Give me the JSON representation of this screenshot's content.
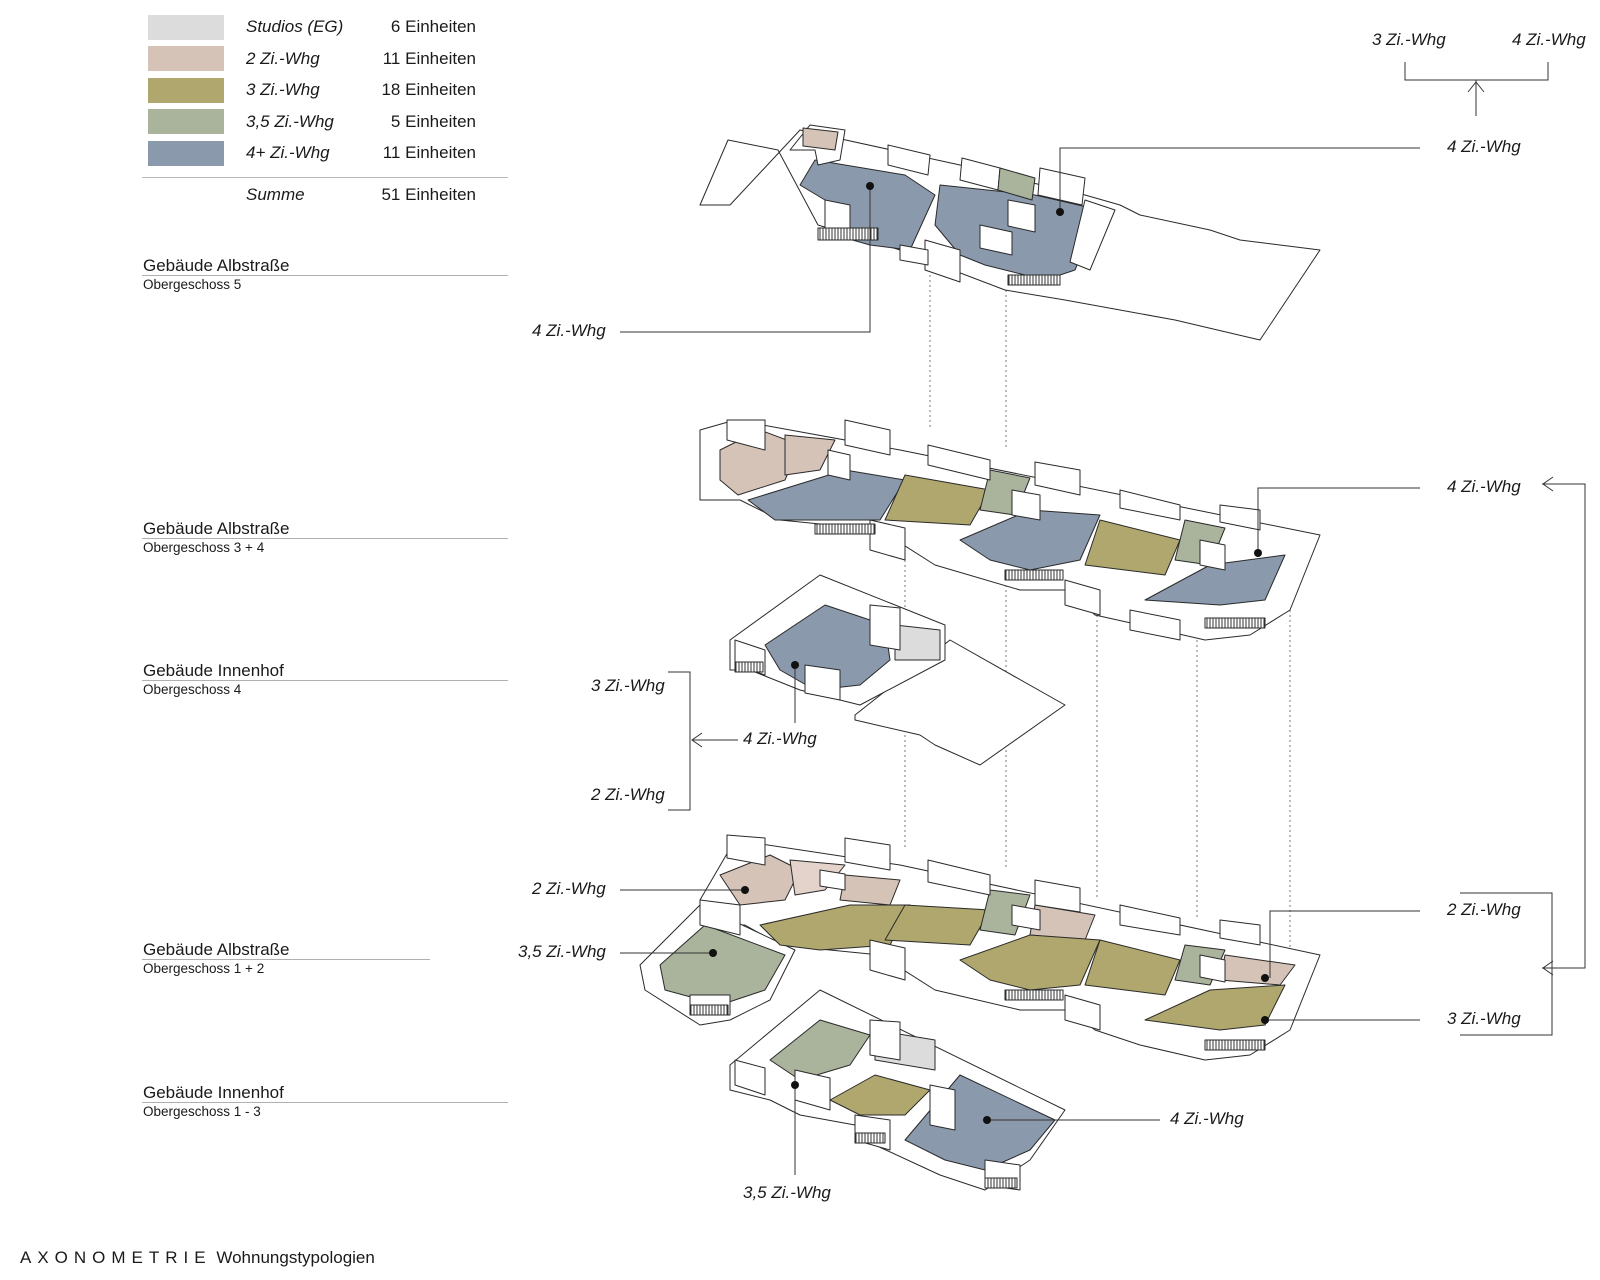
{
  "colors": {
    "studios": "#dcdcdc",
    "zi2": "#d6c3b8",
    "zi3": "#afa76d",
    "zi35": "#aab39c",
    "zi4": "#8b99ad",
    "wall": "#ffffff",
    "stroke": "#2a2a2a"
  },
  "legend": {
    "items": [
      {
        "label": "Studios (EG)",
        "count": "6 Einheiten",
        "color": "#dcdcdc"
      },
      {
        "label": "2 Zi.-Whg",
        "count": "11 Einheiten",
        "color": "#d6c3b8"
      },
      {
        "label": "3 Zi.-Whg",
        "count": "18 Einheiten",
        "color": "#afa76d"
      },
      {
        "label": "3,5 Zi.-Whg",
        "count": "5 Einheiten",
        "color": "#aab39c"
      },
      {
        "label": "4+ Zi.-Whg",
        "count": "11 Einheiten",
        "color": "#8b99ad"
      }
    ],
    "sum_label": "Summe",
    "sum_count": "51 Einheiten"
  },
  "buildings": [
    {
      "title": "Gebäude Albstraße",
      "subtitle": "Obergeschoss 5"
    },
    {
      "title": "Gebäude Albstraße",
      "subtitle": "Obergeschoss 3 + 4"
    },
    {
      "title": "Gebäude Innenhof",
      "subtitle": "Obergeschoss 4"
    },
    {
      "title": "Gebäude Albstraße",
      "subtitle": "Obergeschoss 1 + 2"
    },
    {
      "title": "Gebäude Innenhof",
      "subtitle": "Obergeschoss 1 - 3"
    }
  ],
  "callouts": {
    "top_3zi": "3 Zi.-Whg",
    "top_4zi": "4 Zi.-Whg",
    "og5_right": "4 Zi.-Whg",
    "og5_left": "4 Zi.-Whg",
    "og34_right": "4 Zi.-Whg",
    "ih4_3zi": "3 Zi.-Whg",
    "ih4_4zi": "4 Zi.-Whg",
    "ih4_2zi": "2 Zi.-Whg",
    "og12_2zi_left": "2 Zi.-Whg",
    "og12_35zi_left": "3,5 Zi.-Whg",
    "og12_2zi_right": "2 Zi.-Whg",
    "og12_3zi_right": "3 Zi.-Whg",
    "ih13_4zi": "4 Zi.-Whg",
    "ih13_35zi": "3,5 Zi.-Whg"
  },
  "footer": {
    "title": "AXONOMETRIE",
    "subtitle": "Wohnungstypologien"
  }
}
